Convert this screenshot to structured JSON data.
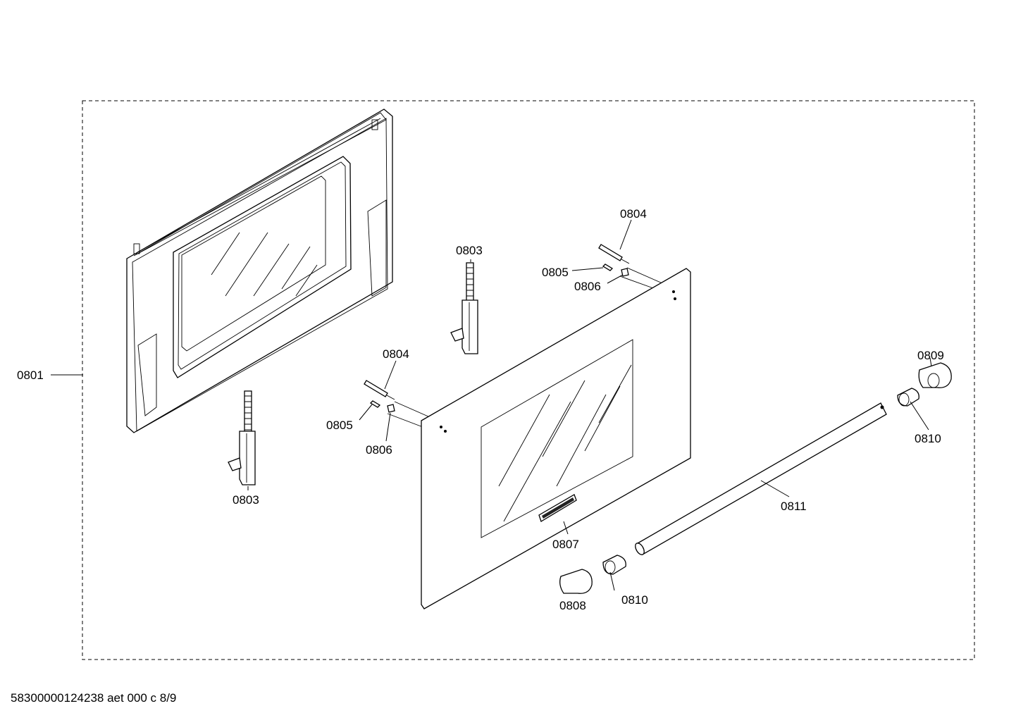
{
  "callouts": {
    "c0801": "0801",
    "c0803a": "0803",
    "c0803b": "0803",
    "c0804a": "0804",
    "c0804b": "0804",
    "c0805a": "0805",
    "c0805b": "0805",
    "c0806a": "0806",
    "c0806b": "0806",
    "c0807": "0807",
    "c0808": "0808",
    "c0809": "0809",
    "c0810a": "0810",
    "c0810b": "0810",
    "c0811": "0811"
  },
  "footer": {
    "code": "58300000124238 aet 000 c 8/9"
  }
}
